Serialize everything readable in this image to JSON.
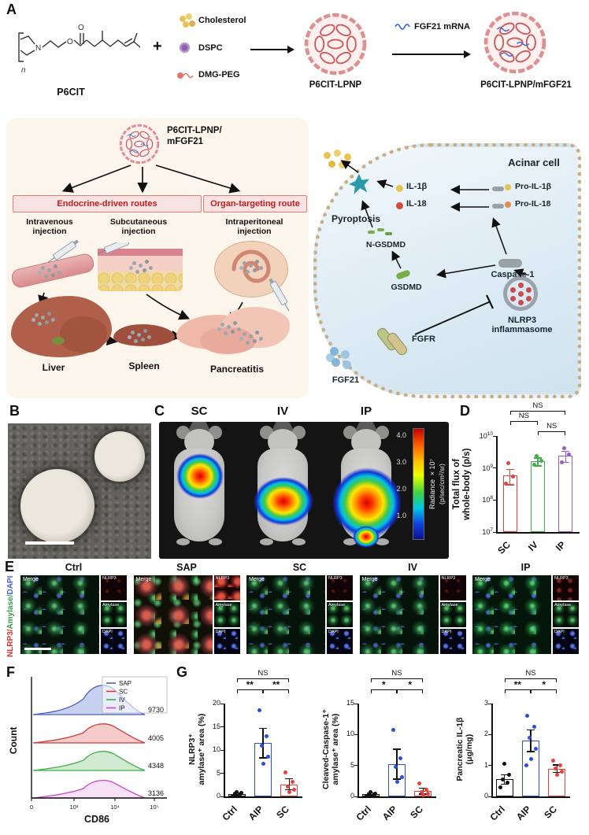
{
  "panels": {
    "A": "A",
    "B": "B",
    "C": "C",
    "D": "D",
    "E": "E",
    "F": "F",
    "G": "G"
  },
  "panelA": {
    "compound_label": "P6CIT",
    "plus_sign": "+",
    "legend": [
      {
        "name": "Cholesterol",
        "color": "#e7c25a"
      },
      {
        "name": "DSPC",
        "color": "#8f5fae"
      },
      {
        "name": "DMG-PEG",
        "color": "#e2766f"
      }
    ],
    "lnp_label": "P6CIT-LPNP",
    "mrna_label": "FGF21 mRNA",
    "lnp_mrna_label": "P6CIT-LPNP/mFGF21",
    "particle_label": "P6CIT-LPNP/\nmFGF21",
    "route_group_1": "Endocrine-driven routes",
    "route_group_2": "Organ-targeting route",
    "route_iv": "Intravenous\ninjection",
    "route_sc": "Subcutaneous\ninjection",
    "route_ip": "Intraperitoneal\ninjection",
    "organ_liver": "Liver",
    "organ_spleen": "Spleen",
    "organ_pancreas": "Pancreatitis",
    "cell": {
      "title": "Acinar cell",
      "pyroptosis": "Pyroptosis",
      "il1b": "IL-1β",
      "il18": "IL-18",
      "pro_il1b": "Pro-IL-1β",
      "pro_il18": "Pro-IL-18",
      "ngsdmd": "N-GSDMD",
      "gsdmd": "GSDMD",
      "caspase1": "Caspase-1",
      "fgfr": "FGFR",
      "fgf21": "FGF21",
      "nlrp3": "NLRP3\ninflammasome"
    }
  },
  "panelC": {
    "mice": [
      {
        "label": "SC"
      },
      {
        "label": "IV"
      },
      {
        "label": "IP"
      }
    ],
    "colorbar": {
      "title": "Radiance ×10⁷",
      "units": "(p/sec/cm²/sr)",
      "ticks": [
        "4.0",
        "3.0",
        "2.0",
        "1.0"
      ]
    }
  },
  "panelE": {
    "row_label": [
      {
        "text": "NLRP3/",
        "color": "#e03131"
      },
      {
        "text": "Amylase/",
        "color": "#2f9e44"
      },
      {
        "text": "DAPI",
        "color": "#4263eb"
      }
    ],
    "merge_label": "Merge",
    "channels": [
      "NLRP3",
      "Amylase",
      "DAPI"
    ],
    "columns": [
      {
        "title": "Ctrl",
        "variant": "ctrl"
      },
      {
        "title": "SAP",
        "variant": "sap"
      },
      {
        "title": "SC",
        "variant": "sc"
      },
      {
        "title": "IV",
        "variant": "iv"
      },
      {
        "title": "IP",
        "variant": "ip"
      }
    ]
  },
  "chart_data": [
    {
      "id": "D",
      "type": "bar",
      "ylabel": "Total flux of\nwhole-body (p/s)",
      "scale": "log10",
      "log_range": [
        7,
        10
      ],
      "yticks": [
        "10^7",
        "10^8",
        "10^9",
        "10^10"
      ],
      "categories": [
        "SC",
        "IV",
        "IP"
      ],
      "values": [
        600000000.0,
        1600000000.0,
        2400000000.0
      ],
      "errors": [
        300000000.0,
        450000000.0,
        900000000.0
      ],
      "points": [
        [
          320000000.0,
          550000000.0,
          1400000000.0
        ],
        [
          1250000000.0,
          1700000000.0,
          2300000000.0
        ],
        [
          1500000000.0,
          2600000000.0,
          4200000000.0
        ]
      ],
      "colors": [
        "#e8413c",
        "#3fae49",
        "#9b59c9"
      ],
      "sig": [
        {
          "a": 0,
          "b": 2,
          "label": "NS",
          "row": 0
        },
        {
          "a": 0,
          "b": 1,
          "label": "NS",
          "row": 1
        },
        {
          "a": 1,
          "b": 2,
          "label": "NS",
          "row": 2
        }
      ]
    },
    {
      "id": "F",
      "type": "histogram",
      "xlabel": "CD86",
      "ylabel": "Count",
      "xticks": [
        "0",
        "10³",
        "10⁴",
        "10⁵"
      ],
      "series": [
        {
          "name": "SAP",
          "color": "#4a5fc4",
          "fill": "#b9c4ec",
          "value": 9730
        },
        {
          "name": "SC",
          "color": "#d43a3a",
          "fill": "#f2bcbc",
          "value": 4005
        },
        {
          "name": "IV",
          "color": "#3fae49",
          "fill": "#c4e6c6",
          "value": 4348
        },
        {
          "name": "IP",
          "color": "#cc44cc",
          "fill": "#f3d9f3",
          "value": 3136
        }
      ]
    },
    {
      "id": "G1",
      "type": "bar",
      "ylabel": "NLRP3⁺\namylase⁺ area (%)",
      "ylim": [
        0,
        20
      ],
      "yticks": [
        0,
        5,
        10,
        15,
        20
      ],
      "categories": [
        "Ctrl",
        "AIP",
        "SC"
      ],
      "values": [
        0.5,
        11.5,
        2.6
      ],
      "errors": [
        0.3,
        3.2,
        1.2
      ],
      "points": [
        [
          0.15,
          0.35,
          0.55,
          0.75,
          0.95
        ],
        [
          18.5,
          13,
          11,
          8.5,
          7
        ],
        [
          5.2,
          3.1,
          2.2,
          1.5,
          0.9
        ]
      ],
      "colors": [
        "#111111",
        "#2a4fd7",
        "#e8413c"
      ],
      "sig": [
        {
          "a": 0,
          "b": 2,
          "label": "NS",
          "row": 0
        },
        {
          "a": 0,
          "b": 1,
          "label": "**",
          "row": 1
        },
        {
          "a": 1,
          "b": 2,
          "label": "**",
          "row": 1
        }
      ]
    },
    {
      "id": "G2",
      "type": "bar",
      "ylabel": "Cleaved-Caspase-1⁺\namylase⁺ area (%)",
      "ylim": [
        0,
        15
      ],
      "yticks": [
        0,
        5,
        10,
        15
      ],
      "categories": [
        "Ctrl",
        "AIP",
        "SC"
      ],
      "values": [
        0.35,
        5.2,
        0.85
      ],
      "errors": [
        0.2,
        2.4,
        0.5
      ],
      "points": [
        [
          0.08,
          0.18,
          0.32,
          0.5,
          0.65
        ],
        [
          10.8,
          6.2,
          4.8,
          3.1,
          2.3
        ],
        [
          2.1,
          1.1,
          0.7,
          0.4,
          0.2
        ]
      ],
      "colors": [
        "#111111",
        "#2a4fd7",
        "#e8413c"
      ],
      "sig": [
        {
          "a": 0,
          "b": 2,
          "label": "NS",
          "row": 0
        },
        {
          "a": 0,
          "b": 1,
          "label": "*",
          "row": 1
        },
        {
          "a": 1,
          "b": 2,
          "label": "*",
          "row": 1
        }
      ]
    },
    {
      "id": "G3",
      "type": "bar",
      "ylabel": "Pancreatic IL-1β\n(μg/mg)",
      "ylim": [
        0,
        3
      ],
      "yticks": [
        0,
        1,
        2,
        3
      ],
      "categories": [
        "Ctrl",
        "AIP",
        "SC"
      ],
      "values": [
        0.55,
        1.8,
        0.9
      ],
      "errors": [
        0.15,
        0.35,
        0.12
      ],
      "points": [
        [
          0.3,
          0.45,
          0.55,
          0.7,
          1.05
        ],
        [
          2.6,
          2.25,
          1.9,
          1.55,
          1.2,
          1.0
        ],
        [
          1.15,
          1.0,
          0.9,
          0.8,
          0.7
        ]
      ],
      "colors": [
        "#111111",
        "#2a4fd7",
        "#e8413c"
      ],
      "sig": [
        {
          "a": 0,
          "b": 2,
          "label": "NS",
          "row": 0
        },
        {
          "a": 0,
          "b": 1,
          "label": "**",
          "row": 1
        },
        {
          "a": 1,
          "b": 2,
          "label": "*",
          "row": 1
        }
      ]
    }
  ]
}
